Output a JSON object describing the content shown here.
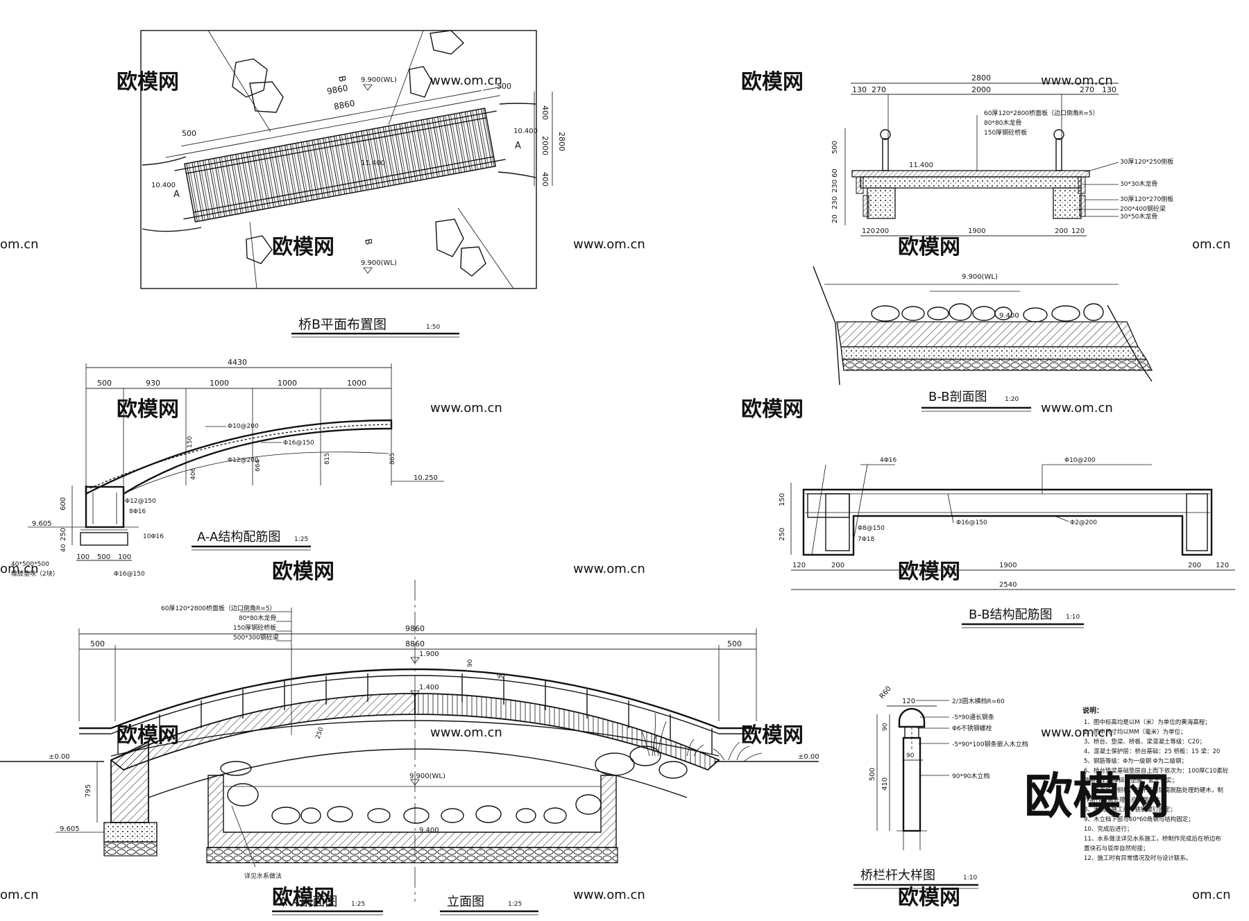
{
  "watermark": {
    "brand": "欧模网",
    "url": "www.om.cn",
    "url_short": "om.cn",
    "logo": "欧模网"
  },
  "plan": {
    "title": "桥B平面布置图",
    "scale": "1:50",
    "dims": {
      "d9860": "9860",
      "d8860": "8860",
      "d500a": "500",
      "d500b": "500",
      "d400a": "400",
      "d400b": "400",
      "d2000": "2000",
      "d2800": "2800"
    },
    "levels": {
      "wl_top": "9.900(WL)",
      "wl_bottom": "9.900(WL)",
      "left": "10.400",
      "right": "10.400",
      "mid": "11.400"
    },
    "marks": {
      "a_left": "A",
      "a_right": "A",
      "b_top": "B",
      "b_bottom": "B"
    }
  },
  "bb_section": {
    "title": "B-B剖面图",
    "scale": "1:20",
    "top_dims": {
      "total": "2800",
      "d130a": "130",
      "d270a": "270",
      "d2000": "2000",
      "d270b": "270",
      "d130b": "130"
    },
    "bottom_dims": {
      "d120a": "120",
      "d200a": "200",
      "d1900": "1900",
      "d200b": "200",
      "d120b": "120"
    },
    "left_dims": {
      "d500": "500",
      "d60": "60",
      "d230a": "230",
      "d230b": "230",
      "d20": "20"
    },
    "notes_top": [
      "60厚120*2800桥面板（边口倒角R=5）",
      "80*80木龙骨",
      "150厚钢砼桥板"
    ],
    "notes_right": [
      "30厚120*250侧板",
      "30*30木龙骨",
      "30厚120*270侧板",
      "200*400钢砼梁",
      "30*50木龙骨"
    ],
    "level_deck": "11.400",
    "level_water": "9.900(WL)",
    "level_bed": "9.400"
  },
  "bb_rebar": {
    "title": "B-B结构配筋图",
    "scale": "1:10",
    "labels": {
      "top_left": "4Φ16",
      "top_right": "Φ10@200",
      "mid": "Φ16@150",
      "right": "Φ2@200",
      "left1": "Φ8@150",
      "left2": "7Φ18"
    },
    "bottom_dims": {
      "d120a": "120",
      "d200a": "200",
      "d1900": "1900",
      "d200b": "200",
      "d120b": "120",
      "total": "2540"
    },
    "left_dims": {
      "d150": "150",
      "d250": "250"
    }
  },
  "aa_rebar": {
    "title": "A-A结构配筋图",
    "scale": "1:25",
    "top_dims": {
      "total": "4430",
      "d500": "500",
      "d930": "930",
      "d1000a": "1000",
      "d1000b": "1000",
      "d1000c": "1000"
    },
    "labels": {
      "r1": "Φ10@200",
      "r2": "Φ16@150",
      "r3": "Φ12@200",
      "r4": "Φ12@150",
      "r5": "8Φ16",
      "r6": "10Φ16",
      "r7": "Φ16@150"
    },
    "vert": {
      "v150": "150",
      "v406": "406",
      "v664": "664",
      "v815": "815",
      "v865": "865"
    },
    "left_dims": {
      "d600": "600",
      "d250": "250",
      "d40": "40"
    },
    "bottom_dims": {
      "d100a": "100",
      "d500": "500",
      "d100b": "100"
    },
    "levels": {
      "left": "9.605",
      "right": "10.250"
    },
    "pad_note": [
      "40*500*500",
      "橡胶垫块（2块）"
    ]
  },
  "elevation": {
    "title_section": "A-A剖面图",
    "scale_section": "1:25",
    "title_elev": "立面图",
    "scale_elev": "1:25",
    "notes": [
      "60厚120*2800桥面板（边口倒角R=5）",
      "80*80木龙骨",
      "150厚钢砼桥板",
      "500*300钢砼梁"
    ],
    "dims": {
      "d9860": "9860",
      "d8860": "8860",
      "d500a": "500",
      "d500b": "500",
      "d90a": "90",
      "d90b": "90",
      "d250": "250",
      "d795": "795"
    },
    "levels": {
      "crown": "1.900",
      "crown2": "1.400",
      "left_ground": "±0.00",
      "right_ground": "±0.00",
      "left_found": "9.605",
      "water": "9.900(WL)",
      "bed": "9.400"
    },
    "water_note": "详见水系做法"
  },
  "railing": {
    "title": "桥栏杆大样图",
    "scale": "1:10",
    "labels": [
      "2/3圆木横档R=60",
      "-5*90通长钢条",
      "Φ6不锈钢螺栓",
      "-5*90*100钢条嵌入木立档",
      "90*90木立档"
    ],
    "dims": {
      "r60": "R60",
      "d120": "120",
      "d90a": "90",
      "d500": "500",
      "d410": "410",
      "d90b": "90"
    }
  },
  "notes": {
    "heading": "说明：",
    "items": [
      "1、图中标高均是以M（米）为单位的黄海高程；",
      "2、图中尺寸均以MM（毫米）为单位；",
      "3、桥台、垫梁、桥板、梁混凝土等级：C20；",
      "4、混凝土保护层：桥台基础：25  桥板：15  梁：20",
      "5、钢筋等级：Φ为一级钢 Φ为二级钢；",
      "6、桥台垫梁基础垫层自上而下依次为：100厚C10素砼",
      "   垫层、150厚碎石垫层、素土夯实；",
      "7、桥面板、侧板、栏杆采用防腐脱脂处理的硬木，制",
      "   作前作防腐处理，应采用桩木；",
      "8、木制品施工用不锈钢螺钉固定；",
      "9、木立档下部与60*60角钢与结构固定；",
      "10、完成后进行；",
      "11、水系做法详见水系施工，桥制作完成后在桥边布",
      "    置块石与驳岸自然衔接；",
      "12、施工时有异常情况及时与设计联系。"
    ]
  }
}
